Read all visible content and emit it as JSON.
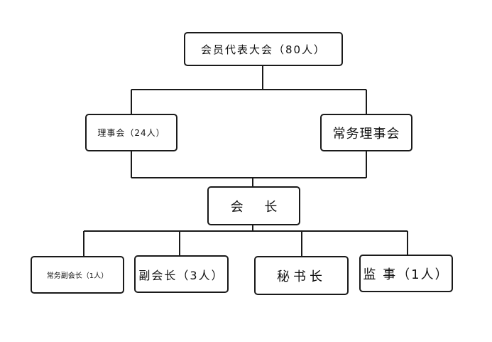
{
  "org_chart": {
    "assembly": {
      "label": "会员代表大会（80人）"
    },
    "council": {
      "label": "理事会（24人）"
    },
    "standing_council": {
      "label": "常务理事会"
    },
    "president": {
      "label": "会 长"
    },
    "executive_vice_president": {
      "label": "常务副会长（1人）"
    },
    "vice_president": {
      "label": "副会长（3人）"
    },
    "secretary_general": {
      "label": "秘书长"
    },
    "supervisor": {
      "label": "监 事（1人）"
    }
  },
  "colors": {
    "line": "#1a1a1a",
    "box_border": "#1a1a1a",
    "background": "#ffffff"
  }
}
